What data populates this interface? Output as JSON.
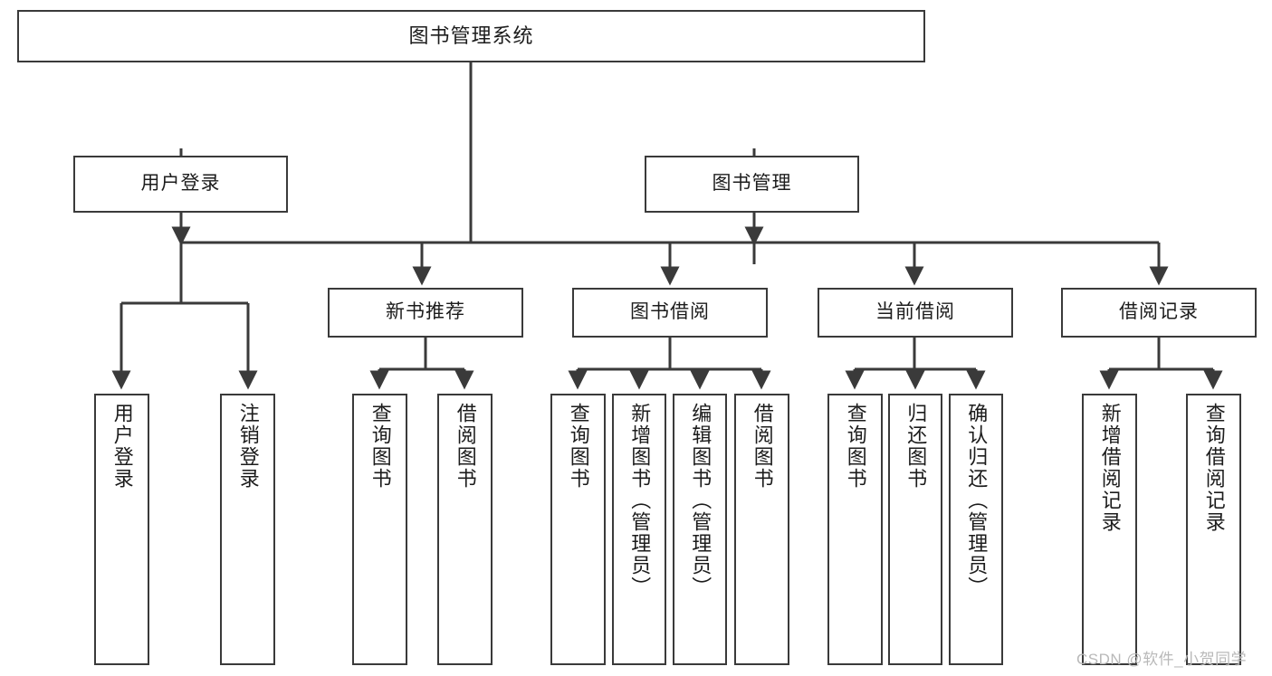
{
  "diagram": {
    "type": "tree-hierarchy-chart",
    "title": "图书管理系统",
    "watermark": "CSDN @软件_小贺同学",
    "colors": {
      "box_border": "#3a3a3a",
      "box_fill": "#ffffff",
      "connector": "#3a3a3a",
      "text": "#1c1c1c",
      "watermark": "#b9b9b9",
      "background": "#ffffff"
    },
    "nodes": {
      "root": {
        "label": "图书管理系统"
      },
      "level2": [
        {
          "id": "user-login",
          "label": "用户登录"
        },
        {
          "id": "book-manage",
          "label": "图书管理"
        }
      ],
      "level3": [
        {
          "id": "new-book-recommend",
          "label": "新书推荐"
        },
        {
          "id": "book-borrow",
          "label": "图书借阅"
        },
        {
          "id": "current-borrow",
          "label": "当前借阅"
        },
        {
          "id": "borrow-record",
          "label": "借阅记录"
        }
      ],
      "leaves": {
        "user-login": [
          {
            "id": "leaf-user-login",
            "label": "用户登录"
          },
          {
            "id": "leaf-user-logout",
            "label": "注销登录"
          }
        ],
        "new-book-recommend": [
          {
            "id": "leaf-query-book-1",
            "label": "查询图书"
          },
          {
            "id": "leaf-borrow-book-1",
            "label": "借阅图书"
          }
        ],
        "book-borrow": [
          {
            "id": "leaf-query-book-2",
            "label": "查询图书"
          },
          {
            "id": "leaf-add-book",
            "label": "新增图书（管理员）"
          },
          {
            "id": "leaf-edit-book",
            "label": "编辑图书（管理员）"
          },
          {
            "id": "leaf-borrow-book-2",
            "label": "借阅图书"
          }
        ],
        "current-borrow": [
          {
            "id": "leaf-query-book-3",
            "label": "查询图书"
          },
          {
            "id": "leaf-return-book",
            "label": "归还图书"
          },
          {
            "id": "leaf-confirm-return",
            "label": "确认归还（管理员）"
          }
        ],
        "borrow-record": [
          {
            "id": "leaf-add-record",
            "label": "新增借阅记录"
          },
          {
            "id": "leaf-query-record",
            "label": "查询借阅记录"
          }
        ]
      }
    }
  }
}
